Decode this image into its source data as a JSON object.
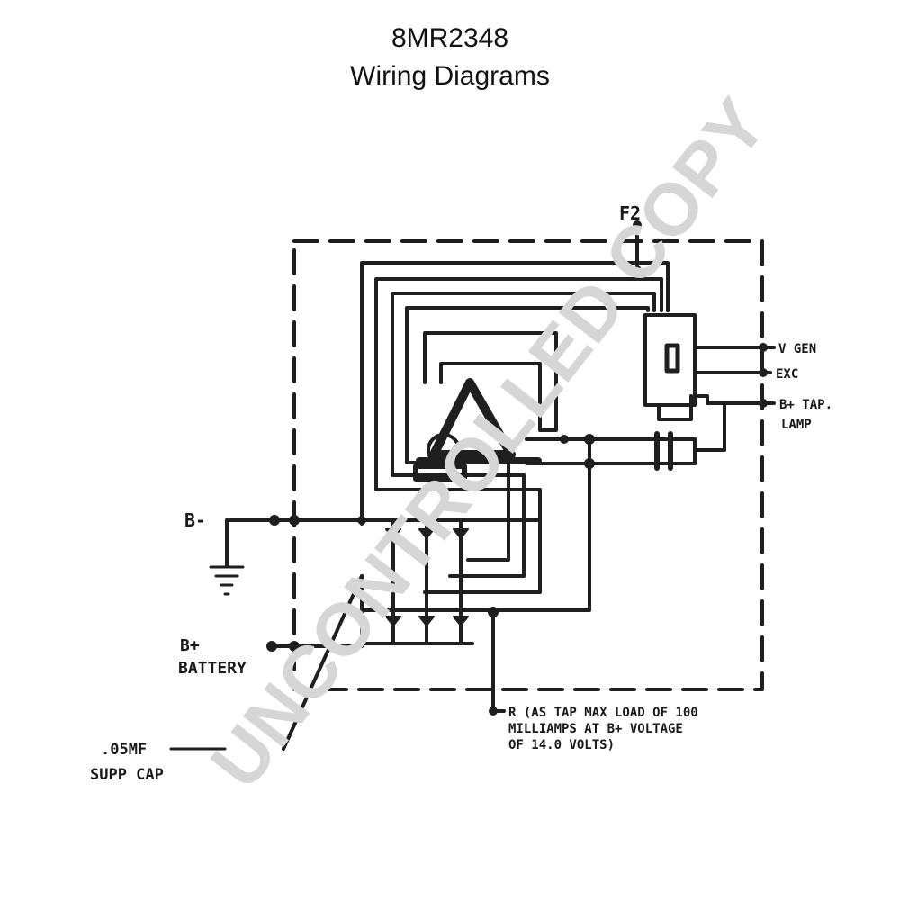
{
  "header": {
    "model": "8MR2348",
    "title": "Wiring Diagrams"
  },
  "labels": {
    "f2": "F2",
    "ground": "B-",
    "battery_1": "B+",
    "battery_2": "BATTERY",
    "cap_1": ".05MF",
    "cap_2": "SUPP  CAP",
    "r_terminal_1": "R (AS TAP MAX LOAD OF 100",
    "r_terminal_2": "MILLIAMPS AT B+ VOLTAGE",
    "r_terminal_3": "OF 14.0 VOLTS)",
    "gen": "V GEN",
    "exc": "EXC",
    "b_tap_1": "B+ TAP.",
    "b_tap_2": "LAMP"
  },
  "watermark": "UNCONTROLLED COPY",
  "colors": {
    "line": "#1f1f1f",
    "watermark": "#d6d6d6"
  }
}
